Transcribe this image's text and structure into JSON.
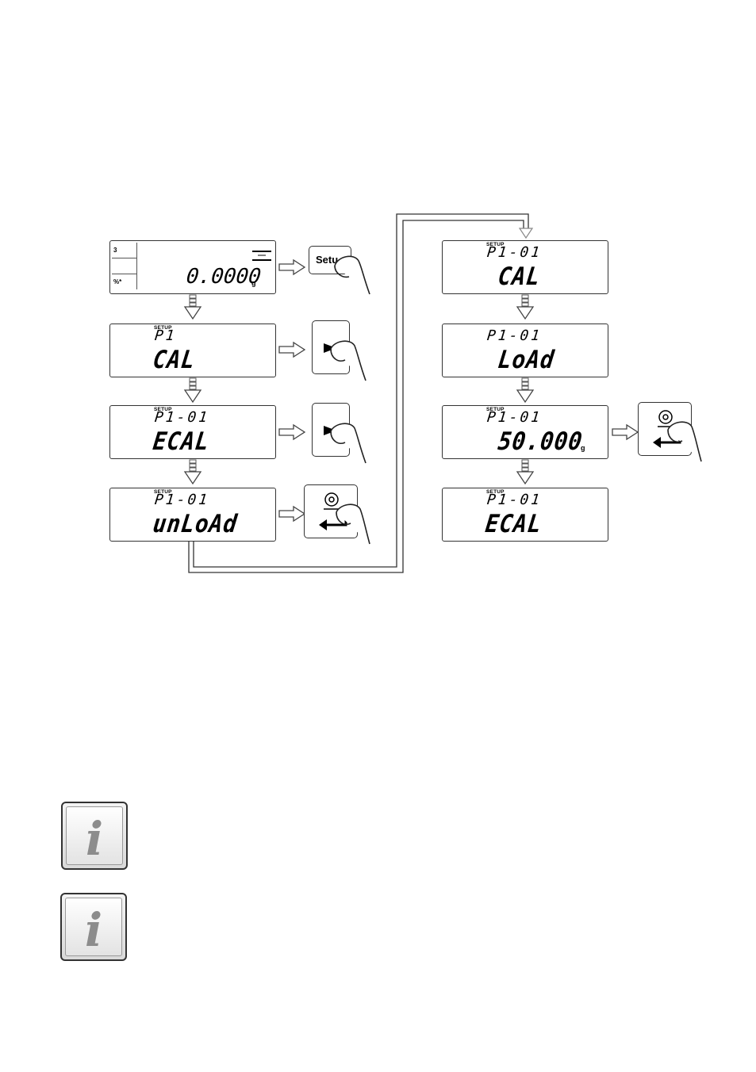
{
  "diagram": {
    "left_column": [
      {
        "id": "weighing",
        "value": "0.0000",
        "unit": "g",
        "icons": [
          "3",
          "",
          "%*"
        ],
        "key": "Setup"
      },
      {
        "id": "p1-cal",
        "setup": "SETUP",
        "code": "P1",
        "main": "CAL",
        "key": "arrow-right"
      },
      {
        "id": "p1-01-ecal",
        "setup": "SETUP",
        "code": "P1-01",
        "main": "ECAL",
        "key": "arrow-right"
      },
      {
        "id": "p1-01-unload",
        "setup": "SETUP",
        "code": "P1-01",
        "main": "unLoAd",
        "key": "enter"
      }
    ],
    "right_column": [
      {
        "id": "p1-01-cal",
        "setup": "SETUP",
        "code": "P1-01",
        "main": "CAL"
      },
      {
        "id": "p1-01-load",
        "setup": "",
        "code": "P1-01",
        "main": "LoAd"
      },
      {
        "id": "p1-01-mass",
        "setup": "SETUP",
        "code": "P1-01",
        "main": "50.000",
        "unit": "g",
        "key": "enter"
      },
      {
        "id": "p1-01-ecal-end",
        "setup": "SETUP",
        "code": "P1-01",
        "main": "ECAL"
      }
    ],
    "setup_key_label": "Setu"
  },
  "notes": [
    {
      "icon": "info-icon",
      "glyph": "i"
    },
    {
      "icon": "info-icon",
      "glyph": "i"
    }
  ]
}
